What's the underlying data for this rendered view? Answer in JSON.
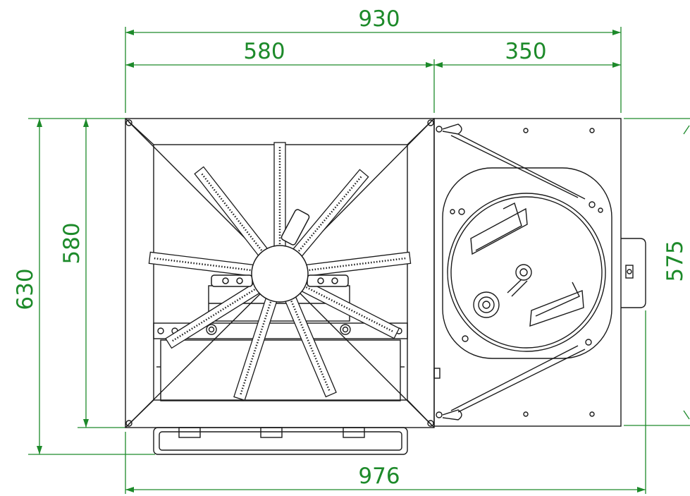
{
  "dimensions": {
    "top_total": "930",
    "top_left": "580",
    "top_right": "350",
    "left_outer": "630",
    "left_inner": "580",
    "right_height": "575",
    "bottom_total": "976"
  },
  "colors": {
    "dimension": "#1d8a2a",
    "drawing": "#1a1a1a",
    "background": "#ffffff"
  }
}
